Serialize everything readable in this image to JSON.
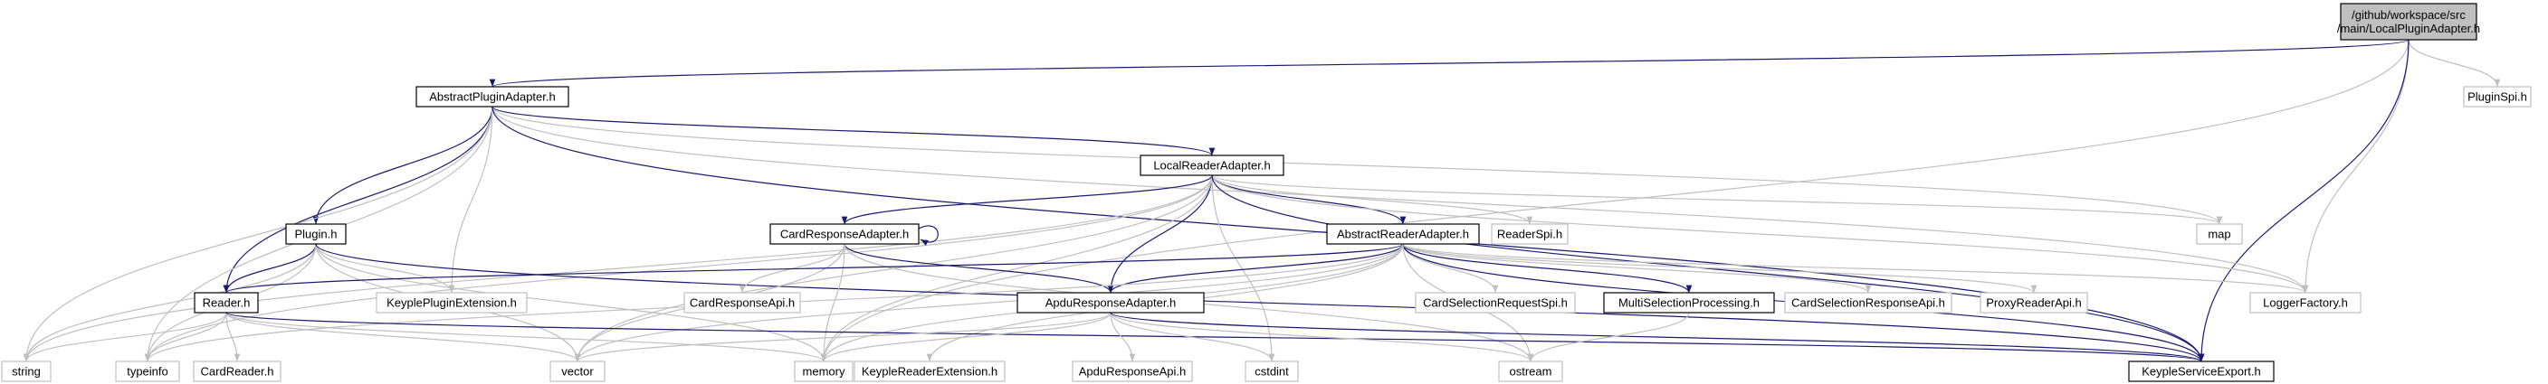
{
  "graph": {
    "nodes": [
      {
        "id": "root",
        "lines": [
          "/github/workspace/src",
          "/main/LocalPluginAdapter.h"
        ],
        "style": "root"
      },
      {
        "id": "apa",
        "lines": [
          "AbstractPluginAdapter.h"
        ],
        "style": "doc"
      },
      {
        "id": "pluginspi",
        "lines": [
          "PluginSpi.h"
        ],
        "style": "ext"
      },
      {
        "id": "lra",
        "lines": [
          "LocalReaderAdapter.h"
        ],
        "style": "doc"
      },
      {
        "id": "plugin",
        "lines": [
          "Plugin.h"
        ],
        "style": "doc"
      },
      {
        "id": "cra",
        "lines": [
          "CardResponseAdapter.h"
        ],
        "style": "doc"
      },
      {
        "id": "ara",
        "lines": [
          "AbstractReaderAdapter.h"
        ],
        "style": "doc"
      },
      {
        "id": "readerspi",
        "lines": [
          "ReaderSpi.h"
        ],
        "style": "ext"
      },
      {
        "id": "map",
        "lines": [
          "map"
        ],
        "style": "ext"
      },
      {
        "id": "kpe",
        "lines": [
          "KeyplePluginExtension.h"
        ],
        "style": "ext"
      },
      {
        "id": "reader",
        "lines": [
          "Reader.h"
        ],
        "style": "doc"
      },
      {
        "id": "crapi",
        "lines": [
          "CardResponseApi.h"
        ],
        "style": "ext"
      },
      {
        "id": "apduadapter",
        "lines": [
          "ApduResponseAdapter.h"
        ],
        "style": "doc"
      },
      {
        "id": "csreqspi",
        "lines": [
          "CardSelectionRequestSpi.h"
        ],
        "style": "ext"
      },
      {
        "id": "msp",
        "lines": [
          "MultiSelectionProcessing.h"
        ],
        "style": "doc"
      },
      {
        "id": "csrapi",
        "lines": [
          "CardSelectionResponseApi.h"
        ],
        "style": "ext"
      },
      {
        "id": "proxy",
        "lines": [
          "ProxyReaderApi.h"
        ],
        "style": "ext"
      },
      {
        "id": "logger",
        "lines": [
          "LoggerFactory.h"
        ],
        "style": "ext"
      },
      {
        "id": "string",
        "lines": [
          "string"
        ],
        "style": "ext"
      },
      {
        "id": "typeinfo",
        "lines": [
          "typeinfo"
        ],
        "style": "ext"
      },
      {
        "id": "cardreader",
        "lines": [
          "CardReader.h"
        ],
        "style": "ext"
      },
      {
        "id": "vector",
        "lines": [
          "vector"
        ],
        "style": "ext"
      },
      {
        "id": "memory",
        "lines": [
          "memory"
        ],
        "style": "ext"
      },
      {
        "id": "kre",
        "lines": [
          "KeypleReaderExtension.h"
        ],
        "style": "ext"
      },
      {
        "id": "apduapi",
        "lines": [
          "ApduResponseApi.h"
        ],
        "style": "ext"
      },
      {
        "id": "cstdint",
        "lines": [
          "cstdint"
        ],
        "style": "ext"
      },
      {
        "id": "ostream",
        "lines": [
          "ostream"
        ],
        "style": "ext"
      },
      {
        "id": "kse",
        "lines": [
          "KeypleServiceExport.h"
        ],
        "style": "doc"
      }
    ],
    "edges": [
      [
        "root",
        "apa"
      ],
      [
        "root",
        "pluginspi"
      ],
      [
        "root",
        "memory"
      ],
      [
        "root",
        "logger"
      ],
      [
        "root",
        "kse"
      ],
      [
        "apa",
        "lra"
      ],
      [
        "apa",
        "plugin"
      ],
      [
        "apa",
        "kpe"
      ],
      [
        "apa",
        "reader"
      ],
      [
        "apa",
        "string"
      ],
      [
        "apa",
        "typeinfo"
      ],
      [
        "apa",
        "map"
      ],
      [
        "apa",
        "logger"
      ],
      [
        "apa",
        "kse"
      ],
      [
        "lra",
        "cra"
      ],
      [
        "lra",
        "ara"
      ],
      [
        "lra",
        "readerspi"
      ],
      [
        "lra",
        "map"
      ],
      [
        "lra",
        "apduadapter"
      ],
      [
        "lra",
        "string"
      ],
      [
        "lra",
        "typeinfo"
      ],
      [
        "lra",
        "vector"
      ],
      [
        "lra",
        "memory"
      ],
      [
        "lra",
        "cstdint"
      ],
      [
        "lra",
        "logger"
      ],
      [
        "lra",
        "kse"
      ],
      [
        "plugin",
        "reader"
      ],
      [
        "plugin",
        "kpe"
      ],
      [
        "plugin",
        "string"
      ],
      [
        "plugin",
        "typeinfo"
      ],
      [
        "plugin",
        "vector"
      ],
      [
        "plugin",
        "memory"
      ],
      [
        "plugin",
        "kse"
      ],
      [
        "cra",
        "cra"
      ],
      [
        "cra",
        "crapi"
      ],
      [
        "cra",
        "apduadapter"
      ],
      [
        "cra",
        "vector"
      ],
      [
        "cra",
        "memory"
      ],
      [
        "cra",
        "ostream"
      ],
      [
        "ara",
        "reader"
      ],
      [
        "ara",
        "apduadapter"
      ],
      [
        "ara",
        "csreqspi"
      ],
      [
        "ara",
        "msp"
      ],
      [
        "ara",
        "csrapi"
      ],
      [
        "ara",
        "proxy"
      ],
      [
        "ara",
        "logger"
      ],
      [
        "ara",
        "kse"
      ],
      [
        "ara",
        "vector"
      ],
      [
        "ara",
        "memory"
      ],
      [
        "ara",
        "kre"
      ],
      [
        "ara",
        "typeinfo"
      ],
      [
        "ara",
        "ostream"
      ],
      [
        "reader",
        "string"
      ],
      [
        "reader",
        "typeinfo"
      ],
      [
        "reader",
        "cardreader"
      ],
      [
        "reader",
        "vector"
      ],
      [
        "reader",
        "memory"
      ],
      [
        "reader",
        "kse"
      ],
      [
        "apduadapter",
        "apduapi"
      ],
      [
        "apduadapter",
        "cstdint"
      ],
      [
        "apduadapter",
        "ostream"
      ],
      [
        "apduadapter",
        "vector"
      ],
      [
        "apduadapter",
        "memory"
      ],
      [
        "apduadapter",
        "kse"
      ],
      [
        "msp",
        "ostream"
      ]
    ]
  }
}
